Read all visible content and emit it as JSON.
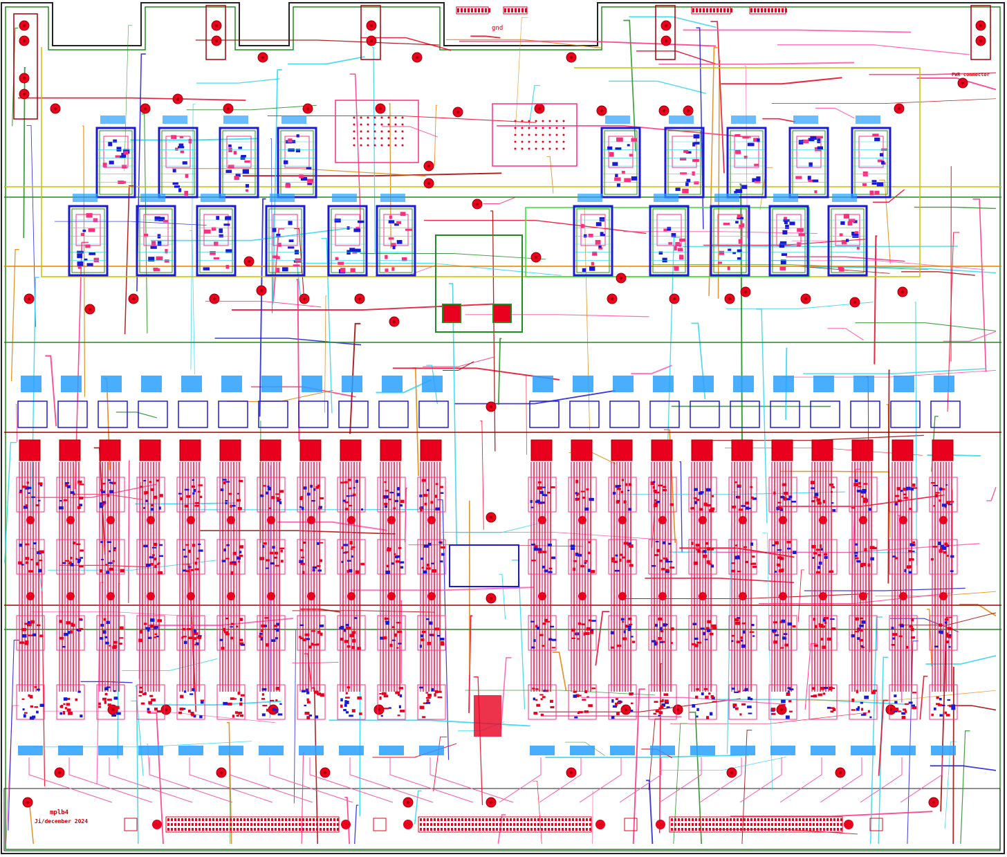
{
  "board": {
    "labels": {
      "gnd": "gnd",
      "power_connector": "PWR connector",
      "author": "mplb4",
      "date": "Ji/december 2024"
    },
    "layer_colors": {
      "top_copper": "#e8001e",
      "bottom_copper": "#1a1ad6",
      "inner1": "#ff2d7d",
      "inner2": "#2ad4f0",
      "plane": "#1e8c1e",
      "orange": "#e08000",
      "dark_red": "#a00000",
      "silk": "#ff55aa",
      "outline": "#222222",
      "pad_blue": "#2aa0ff",
      "yellow": "#c8c000"
    }
  }
}
